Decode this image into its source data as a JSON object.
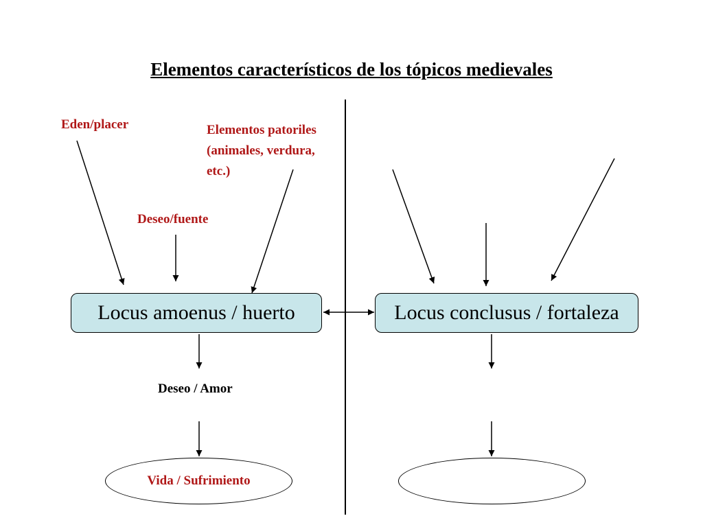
{
  "title": "Elementos característicos de los tópicos medievales",
  "colors": {
    "label_red": "#b01818",
    "box_fill": "#c8e6ea",
    "line": "#000000"
  },
  "left": {
    "inputs": {
      "eden": "Eden/placer",
      "deseo_fuente": "Deseo/fuente",
      "pastoral_line1": "Elementos patoriles",
      "pastoral_line2": "(animales, verdura,",
      "pastoral_line3": "etc.)"
    },
    "box_label": "Locus amoenus / huerto",
    "middle_label": "Deseo / Amor",
    "oval_label": "Vida / Sufrimiento"
  },
  "right": {
    "box_label": "Locus conclusus / fortaleza",
    "middle_label": "",
    "oval_label": ""
  }
}
